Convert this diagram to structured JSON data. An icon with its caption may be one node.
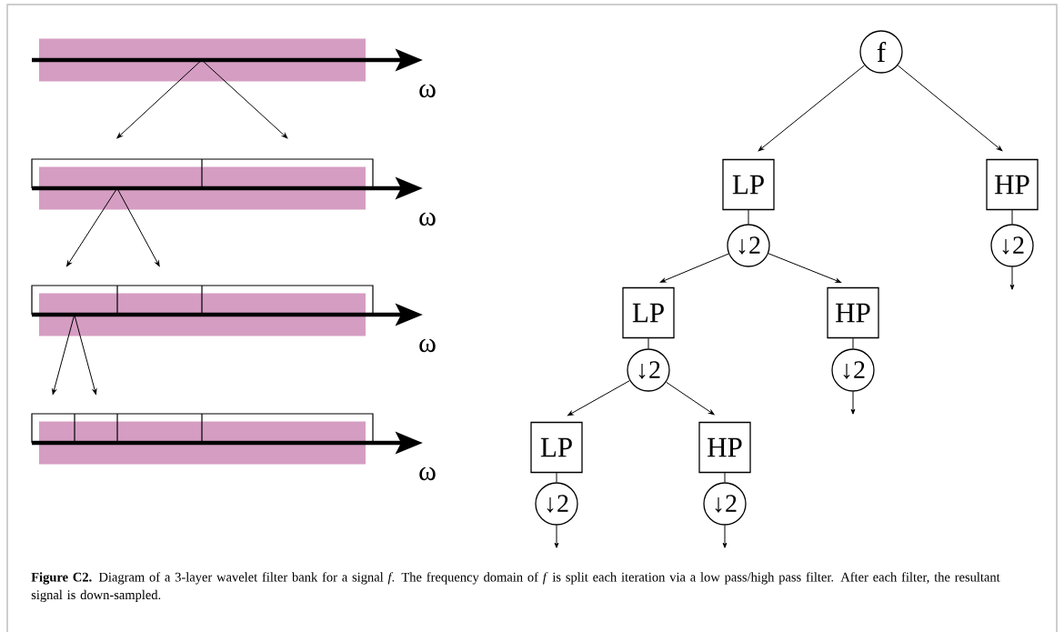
{
  "diagram": {
    "caption": "**Figure C2.** Diagram of a 3-layer wavelet filter bank for a signal *f*. The frequency domain of *f* is split each iteration via a low pass/high pass filter. After each filter, the resultant signal is down-sampled.",
    "nodes": [
      {
        "text": [],
        "shape": "bar",
        "beside": [
          "ω"
        ]
      },
      {
        "text": [],
        "shape": "bar",
        "beside": [
          "ω"
        ]
      },
      {
        "text": [],
        "shape": "bar",
        "beside": [
          "ω"
        ]
      },
      {
        "text": [],
        "shape": "bar",
        "beside": [
          "ω"
        ]
      },
      {
        "text": [
          "f"
        ]
      },
      {
        "text": [
          "LP"
        ]
      },
      {
        "text": [
          "HP"
        ]
      },
      {
        "text": [
          "↓2"
        ]
      },
      {
        "text": [
          "↓2"
        ]
      },
      {
        "text": [
          "LP"
        ]
      },
      {
        "text": [
          "HP"
        ]
      },
      {
        "text": [
          "↓2"
        ]
      },
      {
        "text": [
          "↓2"
        ]
      },
      {
        "text": [
          "LP"
        ]
      },
      {
        "text": [
          "HP"
        ]
      },
      {
        "text": [
          "↓2"
        ]
      },
      {
        "text": [
          "↓2"
        ]
      }
    ],
    "edges": [
      {
        "from": 0,
        "to": 1,
        "arrow": "to"
      },
      {
        "from": 0,
        "to": 1,
        "arrow": "to"
      },
      {
        "from": 1,
        "to": 2,
        "arrow": "to"
      },
      {
        "from": 1,
        "to": 2,
        "arrow": "to"
      },
      {
        "from": 2,
        "to": 3,
        "arrow": "to"
      },
      {
        "from": 2,
        "to": 3,
        "arrow": "to"
      },
      {
        "from": 4,
        "to": 5,
        "arrow": "to"
      },
      {
        "from": 4,
        "to": 6,
        "arrow": "to"
      },
      {
        "from": 5,
        "to": 7,
        "arrow": "none"
      },
      {
        "from": 6,
        "to": 8,
        "arrow": "none"
      },
      {
        "from": 8,
        "to": null,
        "arrow": "to"
      },
      {
        "from": 7,
        "to": 9,
        "arrow": "to"
      },
      {
        "from": 7,
        "to": 10,
        "arrow": "to"
      },
      {
        "from": 9,
        "to": 11,
        "arrow": "none"
      },
      {
        "from": 10,
        "to": 12,
        "arrow": "none"
      },
      {
        "from": 12,
        "to": null,
        "arrow": "to"
      },
      {
        "from": 11,
        "to": 13,
        "arrow": "to"
      },
      {
        "from": 11,
        "to": 14,
        "arrow": "to"
      },
      {
        "from": 13,
        "to": 15,
        "arrow": "none"
      },
      {
        "from": 14,
        "to": 16,
        "arrow": "none"
      },
      {
        "from": 15,
        "to": null,
        "arrow": "to"
      },
      {
        "from": 16,
        "to": null,
        "arrow": "to"
      }
    ]
  }
}
